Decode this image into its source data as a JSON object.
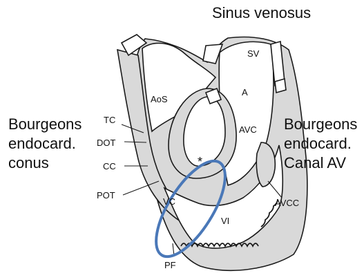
{
  "title": "Sinus venosus",
  "left_caption": [
    "Bourgeons",
    "endocard.",
    "conus"
  ],
  "right_caption": [
    "Bourgeons",
    "endocard.",
    "Canal AV"
  ],
  "labels": {
    "sv": "SV",
    "aos": "AoS",
    "a": "A",
    "avc": "AVC",
    "tc": "TC",
    "dot": "DOT",
    "cc": "CC",
    "pot": "POT",
    "vc": "VC",
    "vi": "VI",
    "avcc": "AVCC",
    "pf": "PF",
    "star": "*"
  },
  "colors": {
    "highlight_ellipse": "#4a78b8",
    "tissue": "#d9d9d9",
    "ink": "#1a1a1a"
  }
}
